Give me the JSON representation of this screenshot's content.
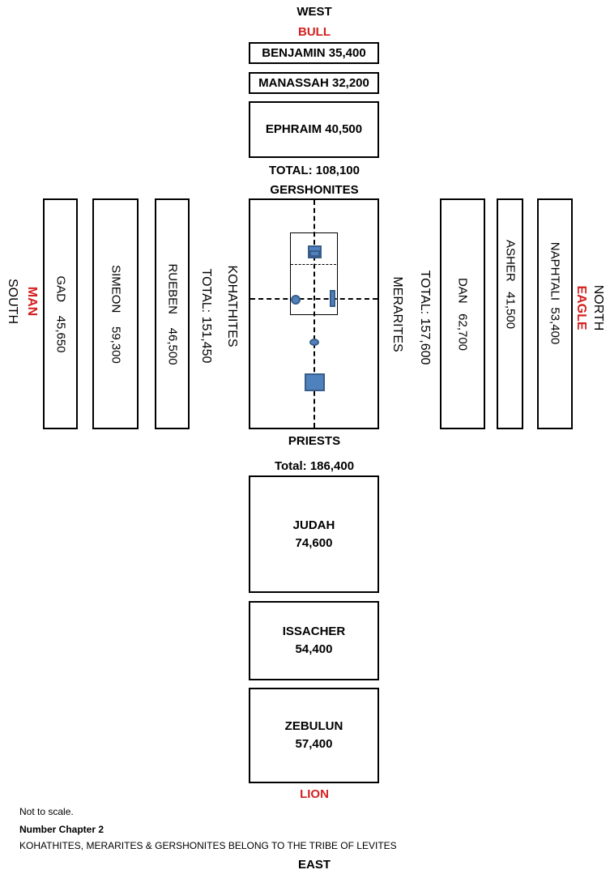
{
  "directions": {
    "west": "WEST",
    "east": "EAST",
    "south": "SOUTH",
    "north": "NORTH"
  },
  "symbols": {
    "west": "BULL",
    "east": "LION",
    "south": "MAN",
    "north": "EAGLE"
  },
  "west_camp": {
    "benjamin": "BENJAMIN 35,400",
    "manassah": "MANASSAH 32,200",
    "ephraim": "EPHRAIM 40,500",
    "total": "TOTAL: 108,100"
  },
  "levites": {
    "gershonites": "GERSHONITES",
    "kohathites": "KOHATHITES",
    "merarites": "MERARITES",
    "priests": "PRIESTS"
  },
  "south_camp": {
    "gad": "GAD    45,650",
    "simeon": "SIMEON    59,300",
    "rueben": "RUEBEN    46,500",
    "total": "TOTAL: 151,450"
  },
  "north_camp": {
    "dan": "DAN   62,700",
    "asher": "ASHER   41,500",
    "naphtali": "NAPHTALI  53,400",
    "total": "TOTAL: 157,600"
  },
  "east_camp": {
    "total": "Total: 186,400",
    "judah_name": "JUDAH",
    "judah_count": "74,600",
    "issacher_name": "ISSACHER",
    "issacher_count": "54,400",
    "zebulun_name": "ZEBULUN",
    "zebulun_count": "57,400"
  },
  "notes": {
    "scale": "Not to scale.",
    "chapter": "Number Chapter 2",
    "levites": "KOHATHITES, MERARITES & GERSHONITES BELONG TO THE TRIBE OF LEVITES"
  },
  "colors": {
    "symbol_red": "#d42020",
    "furniture_fill": "#4f81bd",
    "furniture_border": "#385d8a"
  }
}
